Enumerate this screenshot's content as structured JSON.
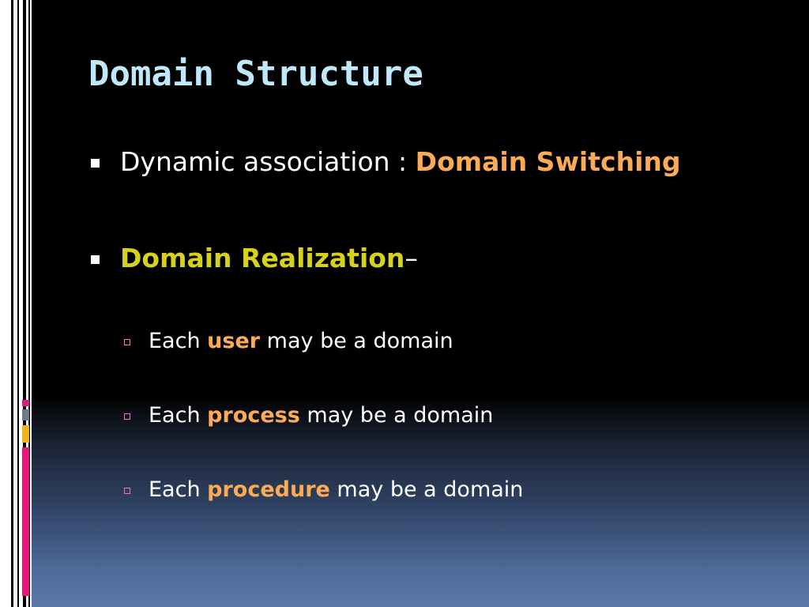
{
  "slide": {
    "title": "Domain Structure",
    "colors": {
      "title": "#bfe9fb",
      "highlight_orange": "#fbab55",
      "highlight_olive": "#d6d01e",
      "accent_pink": "#e8177a",
      "accent_gold": "#f2b21c",
      "accent_gray": "#6d7a8a",
      "background_top": "#000000",
      "background_bottom": "#5a78a6"
    },
    "bullets": [
      {
        "prefix": "Dynamic association : ",
        "highlight": "Domain Switching",
        "suffix": ""
      },
      {
        "prefix": "",
        "highlight": "Domain Realization",
        "suffix": "–"
      }
    ],
    "sub_bullets": [
      {
        "prefix": "Each ",
        "highlight": "user",
        "suffix": " may be a domain"
      },
      {
        "prefix": "Each ",
        "highlight": "process",
        "suffix": " may be a domain"
      },
      {
        "prefix": "Each ",
        "highlight": "procedure",
        "suffix": " may be a domain"
      }
    ]
  }
}
